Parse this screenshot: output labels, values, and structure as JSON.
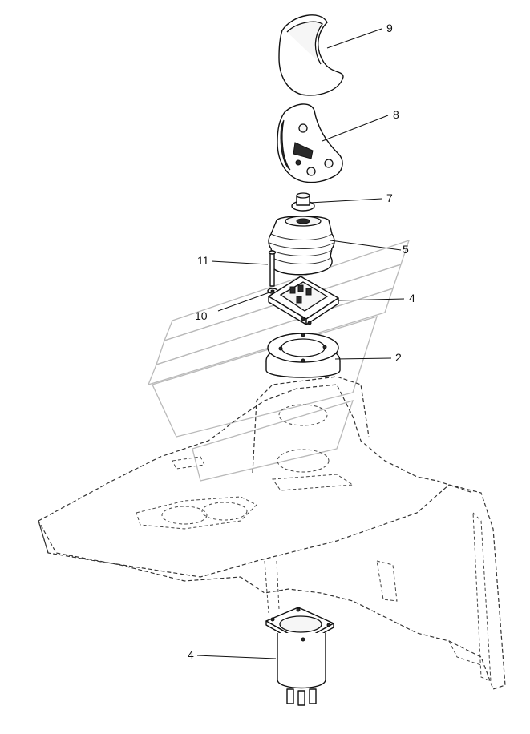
{
  "callouts": {
    "c9": "9",
    "c8": "8",
    "c7": "7",
    "c5": "5",
    "c11": "11",
    "c4_top": "4",
    "c10": "10",
    "c2": "2",
    "c4_bottom": "4"
  },
  "colors": {
    "line": "#111111",
    "watermark": "#b9b9b9",
    "background": "#ffffff"
  }
}
